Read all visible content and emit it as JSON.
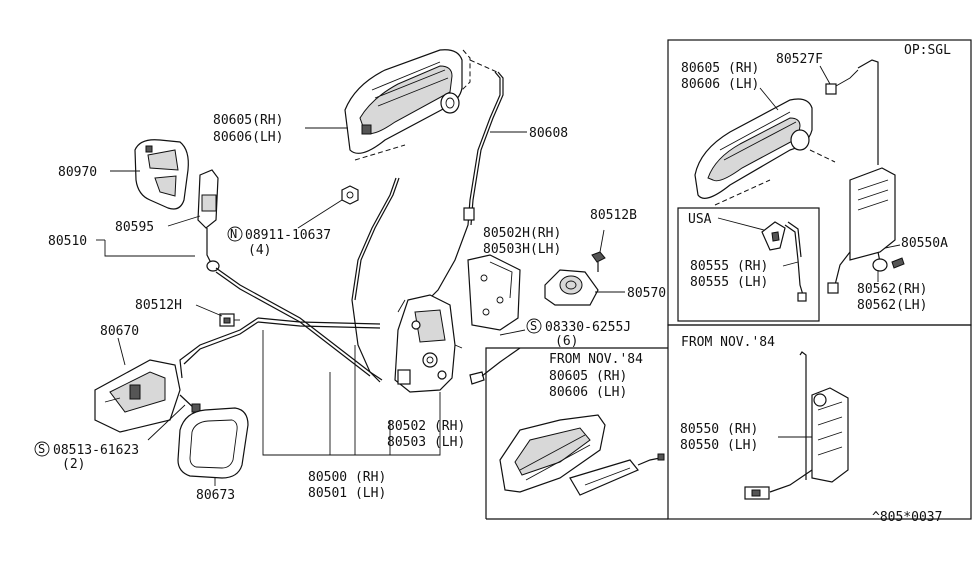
{
  "labels": {
    "p80605_rh_top": "80605(RH)",
    "p80606_lh_top": "80606(LH)",
    "p80608": "80608",
    "p80970": "80970",
    "p80595": "80595",
    "p80510": "80510",
    "p08911": "08911-10637",
    "p08911_qty": "(4)",
    "p80502h": "80502H(RH)",
    "p80503h": "80503H(LH)",
    "p80512b": "80512B",
    "p80570": "80570",
    "p80512h": "80512H",
    "p08330": "08330-6255J",
    "p08330_qty": "(6)",
    "p80670": "80670",
    "p08513": "08513-61623",
    "p08513_qty": "(2)",
    "p80673": "80673",
    "p80502": "80502 (RH)",
    "p80503": "80503 (LH)",
    "p80500": "80500 (RH)",
    "p80501": "80501 (LH)",
    "nov_title": "FROM NOV.'84",
    "nov_80605": "80605 (RH)",
    "nov_80606": "80606 (LH)",
    "op_title": "OP:SGL",
    "op_80605": "80605 (RH)",
    "op_80606": "80606 (LH)",
    "op_80527f": "80527F",
    "usa": "USA",
    "usa_80555a": "80555 (RH)",
    "usa_80555b": "80555 (LH)",
    "op_80550a": "80550A",
    "op_80562a": "80562(RH)",
    "op_80562b": "80562(LH)",
    "nov2_title": "FROM NOV.'84",
    "nov2_80550a": "80550 (RH)",
    "nov2_80550b": "80550 (LH)",
    "footer_code": "^805*0037"
  }
}
